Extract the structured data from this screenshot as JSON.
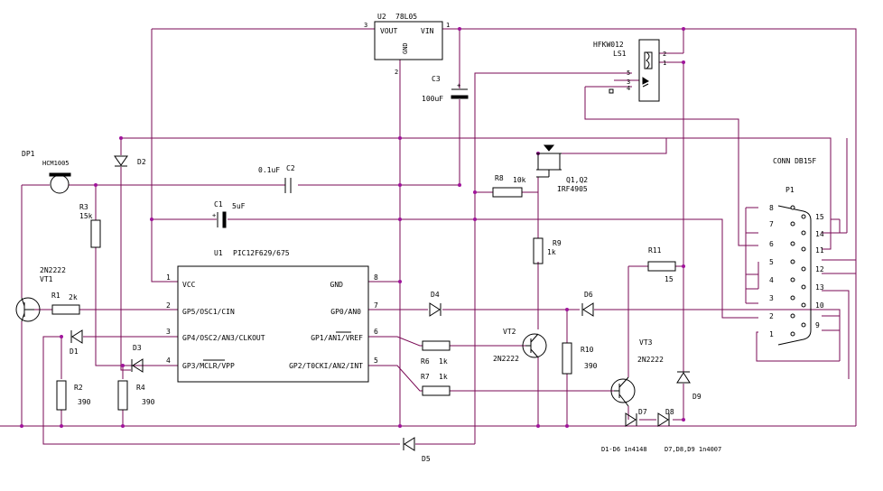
{
  "regulator": {
    "ref": "U2",
    "part": "78L05",
    "vout": "VOUT",
    "vin": "VIN",
    "gnd": "GND",
    "pin_out": "3",
    "pin_in": "1",
    "pin_gnd": "2"
  },
  "relay": {
    "part": "HFKW012",
    "ref": "LS1",
    "pins": [
      "2",
      "1",
      "5",
      "3",
      "4"
    ]
  },
  "c3": {
    "ref": "C3",
    "value": "100uF"
  },
  "c2": {
    "ref": "C2",
    "value": "0.1uF"
  },
  "c1": {
    "ref": "C1",
    "value": "5uF"
  },
  "dp1": {
    "ref": "DP1",
    "part": "HCM1005"
  },
  "d2": {
    "ref": "D2"
  },
  "r3": {
    "ref": "R3",
    "value": "15k"
  },
  "r8": {
    "ref": "R8",
    "value": "10k"
  },
  "q": {
    "ref": "Q1,Q2",
    "part": "IRF4905"
  },
  "r9": {
    "ref": "R9",
    "value": "1k"
  },
  "r11": {
    "ref": "R11",
    "value": "15"
  },
  "conn": {
    "title": "CONN DB15F",
    "ref": "P1",
    "pins_left": [
      "8",
      "7",
      "6",
      "5",
      "4",
      "3",
      "2",
      "1"
    ],
    "pins_right": [
      "15",
      "14",
      "11",
      "12",
      "13",
      "10",
      "9"
    ]
  },
  "mcu": {
    "ref": "U1",
    "part": "PIC12F629/675",
    "left_pins": [
      {
        "num": "1",
        "name": "VCC"
      },
      {
        "num": "2",
        "name": "GP5/OSC1/CIN"
      },
      {
        "num": "3",
        "name": "GP4/OSC2/AN3/CLKOUT"
      },
      {
        "num": "4",
        "name": "GP3/MCLR/VPP"
      }
    ],
    "right_pins": [
      {
        "num": "8",
        "name": "GND"
      },
      {
        "num": "7",
        "name": "GP0/AN0"
      },
      {
        "num": "6",
        "name": "GP1/AN1/VREF"
      },
      {
        "num": "5",
        "name": "GP2/T0CKI/AN2/INT"
      }
    ]
  },
  "vt1": {
    "part": "2N2222",
    "ref": "VT1"
  },
  "r1": {
    "ref": "R1",
    "value": "2k"
  },
  "d1": {
    "ref": "D1"
  },
  "d3": {
    "ref": "D3"
  },
  "r2": {
    "ref": "R2",
    "value": "390"
  },
  "r4": {
    "ref": "R4",
    "value": "390"
  },
  "d4": {
    "ref": "D4"
  },
  "d6": {
    "ref": "D6"
  },
  "r6": {
    "ref": "R6",
    "value": "1k"
  },
  "r7": {
    "ref": "R7",
    "value": "1k"
  },
  "vt2": {
    "ref": "VT2",
    "part": "2N2222"
  },
  "r10": {
    "ref": "R10",
    "value": "390"
  },
  "vt3": {
    "ref": "VT3",
    "part": "2N2222"
  },
  "d9": {
    "ref": "D9"
  },
  "d7": {
    "ref": "D7"
  },
  "d8": {
    "ref": "D8"
  },
  "d5": {
    "ref": "D5"
  },
  "notes": {
    "d16": "D1-D6 1n4148",
    "d789": "D7,D8,D9 1n4007"
  }
}
